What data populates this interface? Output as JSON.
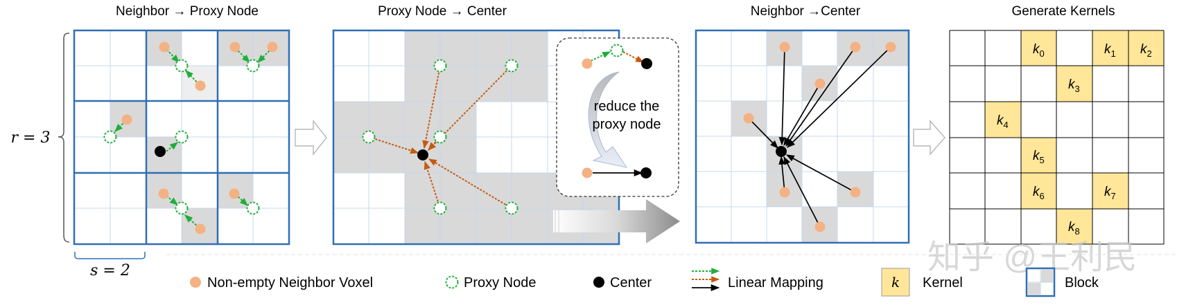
{
  "panels": {
    "p1_title": "Neighbor → Proxy Node",
    "p2_title": "Proxy Node → Center",
    "p3_title": "Neighbor →Center",
    "p4_title": "Generate Kernels"
  },
  "dims": {
    "r_label": "r = 3",
    "s_label": "s = 2"
  },
  "reduce_box": {
    "line1": "reduce the",
    "line2": "proxy node"
  },
  "kernels": [
    {
      "base": "k",
      "sub": "0"
    },
    {
      "base": "k",
      "sub": "1"
    },
    {
      "base": "k",
      "sub": "2"
    },
    {
      "base": "k",
      "sub": "3"
    },
    {
      "base": "k",
      "sub": "4"
    },
    {
      "base": "k",
      "sub": "5"
    },
    {
      "base": "k",
      "sub": "6"
    },
    {
      "base": "k",
      "sub": "7"
    },
    {
      "base": "k",
      "sub": "8"
    }
  ],
  "legend": {
    "neighbor": "Non-empty Neighbor Voxel",
    "proxy": "Proxy Node",
    "center": "Center",
    "linear": "Linear Mapping",
    "kernel_symbol": "k",
    "kernel": "Kernel",
    "block": "Block"
  },
  "watermark": "知乎 @王利民",
  "colors": {
    "grid_blue": "#2f6eb5",
    "thin_blue": "#c5d8ee",
    "cell_gray": "#d9d9d9",
    "neighbor": "#f4b183",
    "proxy": "#1fae3a",
    "orange_arrow": "#c55a11",
    "kernel_fill": "#ffe699"
  }
}
